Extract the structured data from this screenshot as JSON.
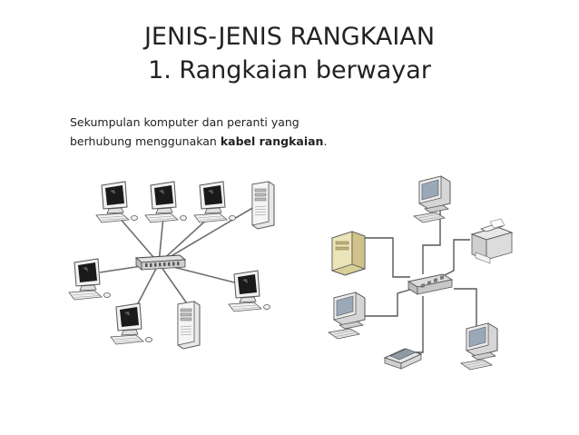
{
  "slide": {
    "title_line1": "JENIS-JENIS RANGKAIAN",
    "title_line2": "1. Rangkaian berwayar",
    "desc_line1": "Sekumpulan komputer dan peranti yang",
    "desc_line2_prefix": "berhubung menggunakan ",
    "desc_line2_bold": "kabel rangkaian",
    "desc_line2_suffix": "."
  },
  "icons": {
    "computer": "computer-icon",
    "server": "server-icon",
    "printer": "printer-icon",
    "scanner": "scanner-icon",
    "hub": "network-hub-icon"
  },
  "colors": {
    "cable": "#6f6f6f",
    "screen_dark": "#1a1a1a",
    "beige": "#e6ddb0",
    "device_grey": "#d9d9d9",
    "outline": "#555555"
  }
}
